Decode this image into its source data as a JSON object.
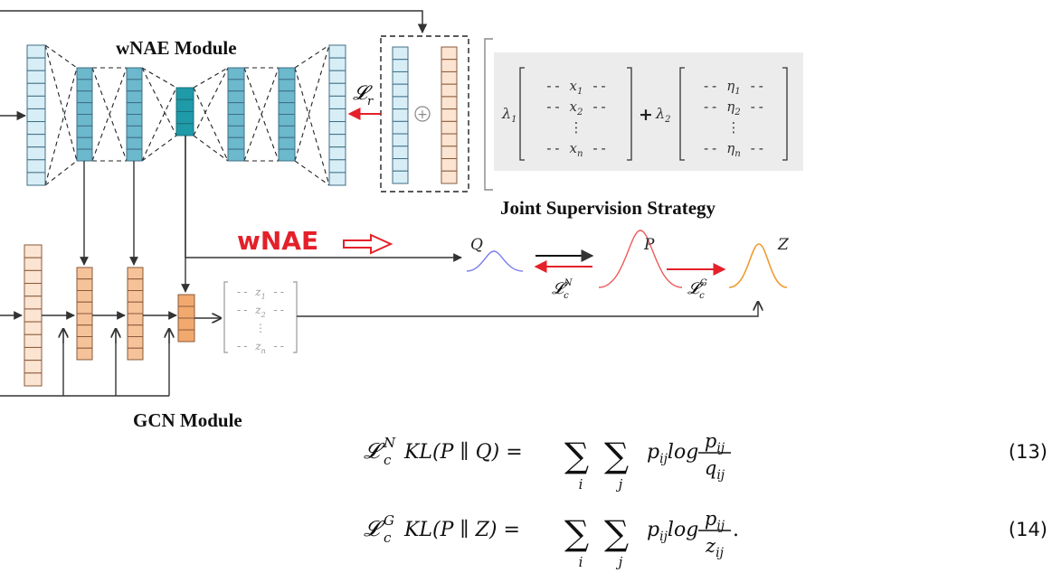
{
  "wnae_module_title": "wNAE Module",
  "gcn_module_title": "GCN Module",
  "joint_supervision_title": "Joint Supervision Strategy",
  "wnae_annotation": "wNAE",
  "loss_r": {
    "main": "𝓛",
    "sub": "r"
  },
  "loss_c_N": {
    "main": "𝓛",
    "sub": "c",
    "sup": "N"
  },
  "loss_c_G": {
    "main": "𝓛",
    "sub": "c",
    "sup": "G"
  },
  "dist_Q": "Q",
  "dist_P": "P",
  "dist_Z": "Z",
  "oplus": "⊕",
  "plus": "+",
  "lambda1": {
    "main": "λ",
    "sub": "1"
  },
  "lambda2": {
    "main": "λ",
    "sub": "2"
  },
  "matrix_x": {
    "rows": [
      {
        "main": "x",
        "sub": "1"
      },
      {
        "main": "x",
        "sub": "2"
      },
      {
        "main": "⋮",
        "sub": ""
      },
      {
        "main": "x",
        "sub": "n"
      }
    ]
  },
  "matrix_eta": {
    "rows": [
      {
        "main": "η",
        "sub": "1"
      },
      {
        "main": "η",
        "sub": "2"
      },
      {
        "main": "⋮",
        "sub": ""
      },
      {
        "main": "η",
        "sub": "n"
      }
    ]
  },
  "matrix_z": {
    "rows": [
      {
        "main": "z",
        "sub": "1"
      },
      {
        "main": "z",
        "sub": "2"
      },
      {
        "main": "⋮",
        "sub": ""
      },
      {
        "main": "z",
        "sub": "n"
      }
    ]
  },
  "equations": [
    {
      "number": "(13)",
      "sup": "N",
      "kl": "KL(P ∥ Q) =",
      "sum_i": "i",
      "sum_j": "j",
      "term": "p",
      "term_sub": "ij",
      "log": "log",
      "num": "p",
      "num_sub": "ij",
      "den": "q",
      "den_sub": "ij",
      "tail": ""
    },
    {
      "number": "(14)",
      "sup": "G",
      "kl": "KL(P ∥ Z) =",
      "sum_i": "i",
      "sum_j": "j",
      "term": "p",
      "term_sub": "ij",
      "log": "log",
      "num": "p",
      "num_sub": "ij",
      "den": "z",
      "den_sub": "ij",
      "tail": "."
    }
  ],
  "colors": {
    "blue_fill": "#d8eef6",
    "blue_stroke": "#3f6f86",
    "teal_fill": "#6cb8cc",
    "teal_dark": "#1f9aa8",
    "orange_fill": "#fbe4d2",
    "orange_mid": "#f6c29a",
    "orange_dark": "#f2a96e",
    "red": "#e4202a",
    "gray_panel": "#ececec"
  }
}
